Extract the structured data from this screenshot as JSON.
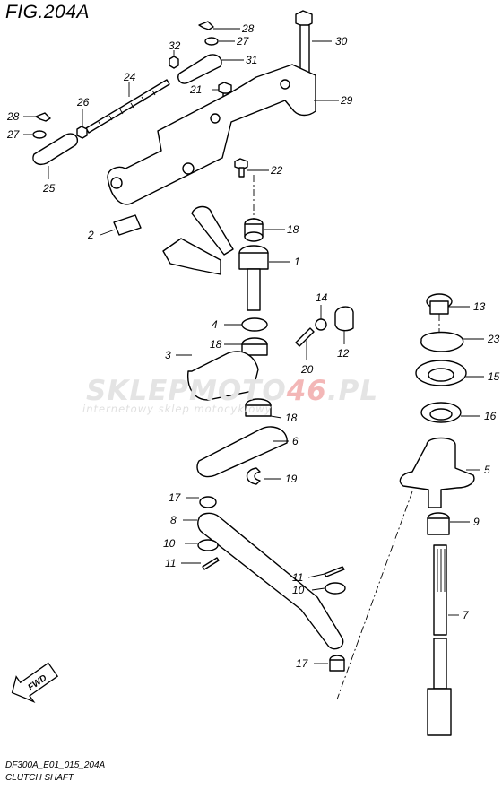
{
  "figure": {
    "title": "FIG.204A",
    "code": "DF300A_E01_015_204A",
    "caption": "CLUTCH SHAFT"
  },
  "watermark": {
    "brand_part1": "SKLEPMOTO",
    "brand_part2": "46",
    "brand_part3": ".PL",
    "subtitle": "internetowy sklep motocyklowy"
  },
  "direction_badge": "FWD",
  "callouts": [
    {
      "id": "c28a",
      "text": "28"
    },
    {
      "id": "c27a",
      "text": "27"
    },
    {
      "id": "c30",
      "text": "30"
    },
    {
      "id": "c32",
      "text": "32"
    },
    {
      "id": "c31",
      "text": "31"
    },
    {
      "id": "c24",
      "text": "24"
    },
    {
      "id": "c21",
      "text": "21"
    },
    {
      "id": "c29",
      "text": "29"
    },
    {
      "id": "c28b",
      "text": "28"
    },
    {
      "id": "c26",
      "text": "26"
    },
    {
      "id": "c27b",
      "text": "27"
    },
    {
      "id": "c25",
      "text": "25"
    },
    {
      "id": "c22",
      "text": "22"
    },
    {
      "id": "c2",
      "text": "2"
    },
    {
      "id": "c18a",
      "text": "18"
    },
    {
      "id": "c1",
      "text": "1"
    },
    {
      "id": "c14",
      "text": "14"
    },
    {
      "id": "c13",
      "text": "13"
    },
    {
      "id": "c4",
      "text": "4"
    },
    {
      "id": "c12",
      "text": "12"
    },
    {
      "id": "c23",
      "text": "23"
    },
    {
      "id": "c18b",
      "text": "18"
    },
    {
      "id": "c20",
      "text": "20"
    },
    {
      "id": "c3",
      "text": "3"
    },
    {
      "id": "c15",
      "text": "15"
    },
    {
      "id": "c18c",
      "text": "18"
    },
    {
      "id": "c16",
      "text": "16"
    },
    {
      "id": "c6",
      "text": "6"
    },
    {
      "id": "c5",
      "text": "5"
    },
    {
      "id": "c19",
      "text": "19"
    },
    {
      "id": "c17a",
      "text": "17"
    },
    {
      "id": "c9",
      "text": "9"
    },
    {
      "id": "c8",
      "text": "8"
    },
    {
      "id": "c10a",
      "text": "10"
    },
    {
      "id": "c11a",
      "text": "11"
    },
    {
      "id": "c11b",
      "text": "11"
    },
    {
      "id": "c10b",
      "text": "10"
    },
    {
      "id": "c7",
      "text": "7"
    },
    {
      "id": "c17b",
      "text": "17"
    }
  ]
}
